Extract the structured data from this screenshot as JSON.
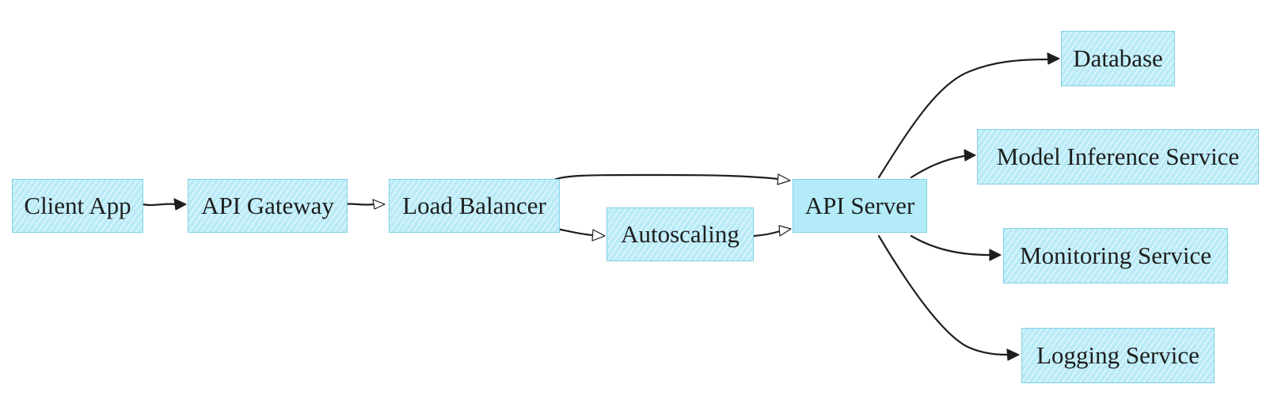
{
  "nodes": {
    "client_app": "Client App",
    "api_gateway": "API Gateway",
    "load_balancer": "Load Balancer",
    "autoscaling": "Autoscaling",
    "api_server": "API Server",
    "database": "Database",
    "model_inference": "Model Inference Service",
    "monitoring": "Monitoring Service",
    "logging": "Logging Service"
  },
  "edges": [
    {
      "from": "Client App",
      "to": "API Gateway"
    },
    {
      "from": "API Gateway",
      "to": "Load Balancer"
    },
    {
      "from": "Load Balancer",
      "to": "API Server"
    },
    {
      "from": "Load Balancer",
      "to": "Autoscaling"
    },
    {
      "from": "Autoscaling",
      "to": "API Server"
    },
    {
      "from": "API Server",
      "to": "Database"
    },
    {
      "from": "API Server",
      "to": "Model Inference Service"
    },
    {
      "from": "API Server",
      "to": "Monitoring Service"
    },
    {
      "from": "API Server",
      "to": "Logging Service"
    }
  ],
  "colors": {
    "node_fill": "#b9ebf7",
    "node_border": "#7fd0e6",
    "edge": "#1e1e1e",
    "text": "#1e1e1e"
  }
}
